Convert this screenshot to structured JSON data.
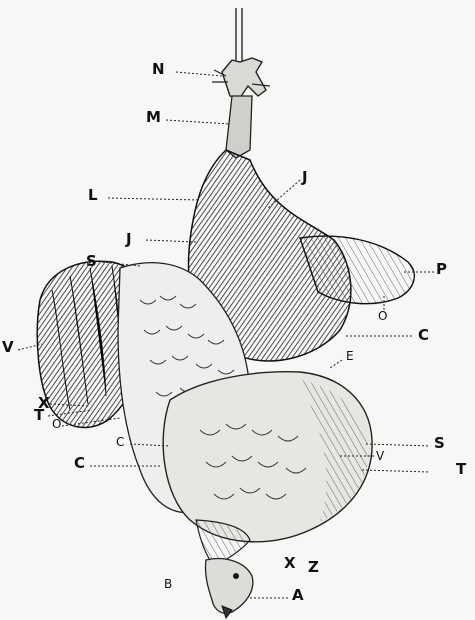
{
  "figure": {
    "labels": {
      "N": "N",
      "M": "M",
      "L": "L",
      "J_right": "J",
      "J_left": "J",
      "S_left": "S",
      "P": "P",
      "O_right": "O",
      "C_right": "C",
      "V_left": "V",
      "E": "E",
      "X_left": "X",
      "T_left": "T",
      "O_left": "O",
      "C_mid": "C",
      "S_right": "S",
      "T_right": "T",
      "C_lower": "C",
      "V_right": "V",
      "X_bottom": "X",
      "Z": "Z",
      "B": "B",
      "A": "A"
    }
  }
}
